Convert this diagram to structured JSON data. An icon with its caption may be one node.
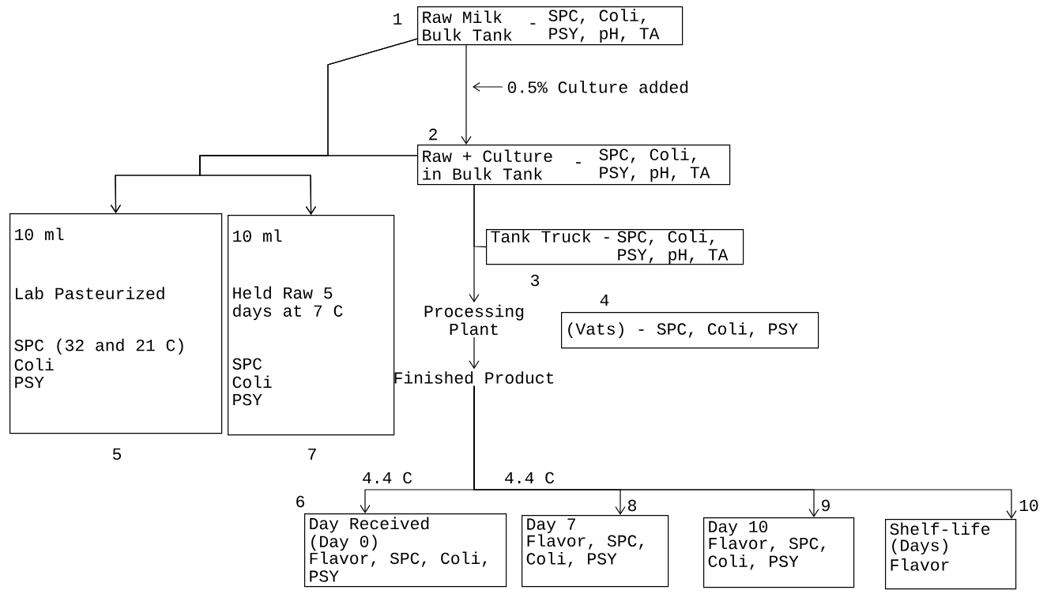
{
  "diagram": {
    "nodes": [
      {
        "text": [
          "Raw Milk Bulk Tank",
          "-",
          "SPC, Coli, PSY, pH, TA"
        ],
        "beside": [
          "1"
        ]
      },
      {
        "text": [
          "Raw + Culture in Bulk Tank",
          "-",
          "SPC, Coli, PSY, pH, TA"
        ],
        "beside": [
          "2"
        ]
      },
      {
        "text": [
          "Tank Truck -",
          "SPC, Coli, PSY, pH, TA"
        ],
        "beside": [
          "3"
        ]
      },
      {
        "text": [
          "Processing Plant"
        ]
      },
      {
        "text": [
          "(Vats) - SPC, Coli, PSY"
        ],
        "beside": [
          "4"
        ]
      },
      {
        "text": [
          "Finished Product"
        ]
      },
      {
        "text": [
          "10 ml",
          "Lab Pasteurized",
          "SPC (32 and 21 C)",
          "Coli",
          "PSY"
        ],
        "beside": [
          "5"
        ]
      },
      {
        "text": [
          "10 ml",
          "Held Raw 5 days at 7 C",
          "SPC",
          "Coli",
          "PSY"
        ],
        "beside": [
          "7"
        ]
      },
      {
        "text": [
          "Day Received",
          "(Day 0)",
          "Flavor, SPC, Coli, PSY"
        ],
        "beside": [
          "6"
        ]
      },
      {
        "text": [
          "Day 7",
          "Flavor, SPC, Coli, PSY"
        ],
        "beside": [
          "8"
        ]
      },
      {
        "text": [
          "Day 10",
          "Flavor, SPC, Coli, PSY"
        ],
        "beside": [
          "9"
        ]
      },
      {
        "text": [
          "Shelf-life",
          "(Days)",
          "Flavor"
        ],
        "beside": [
          "10"
        ]
      }
    ],
    "edges": [
      {
        "from": 0,
        "to": 1,
        "arrow": "to",
        "label": "0.5% Culture added"
      },
      {
        "from": 0,
        "to": 6,
        "arrow": "to"
      },
      {
        "from": 0,
        "to": 7,
        "arrow": "to"
      },
      {
        "from": 1,
        "to": 6,
        "arrow": "to"
      },
      {
        "from": 1,
        "to": 7,
        "arrow": "to"
      },
      {
        "from": 1,
        "to": 3,
        "arrow": "to"
      },
      {
        "from": 1,
        "to": 2,
        "arrow": "none"
      },
      {
        "from": 3,
        "to": 5,
        "arrow": "to"
      },
      {
        "from": 5,
        "to": 8,
        "arrow": "to",
        "label": "4.4 C"
      },
      {
        "from": 5,
        "to": 9,
        "arrow": "to",
        "label": "4.4 C"
      },
      {
        "from": 5,
        "to": 10,
        "arrow": "to"
      },
      {
        "from": 5,
        "to": 11,
        "arrow": "to"
      }
    ]
  }
}
